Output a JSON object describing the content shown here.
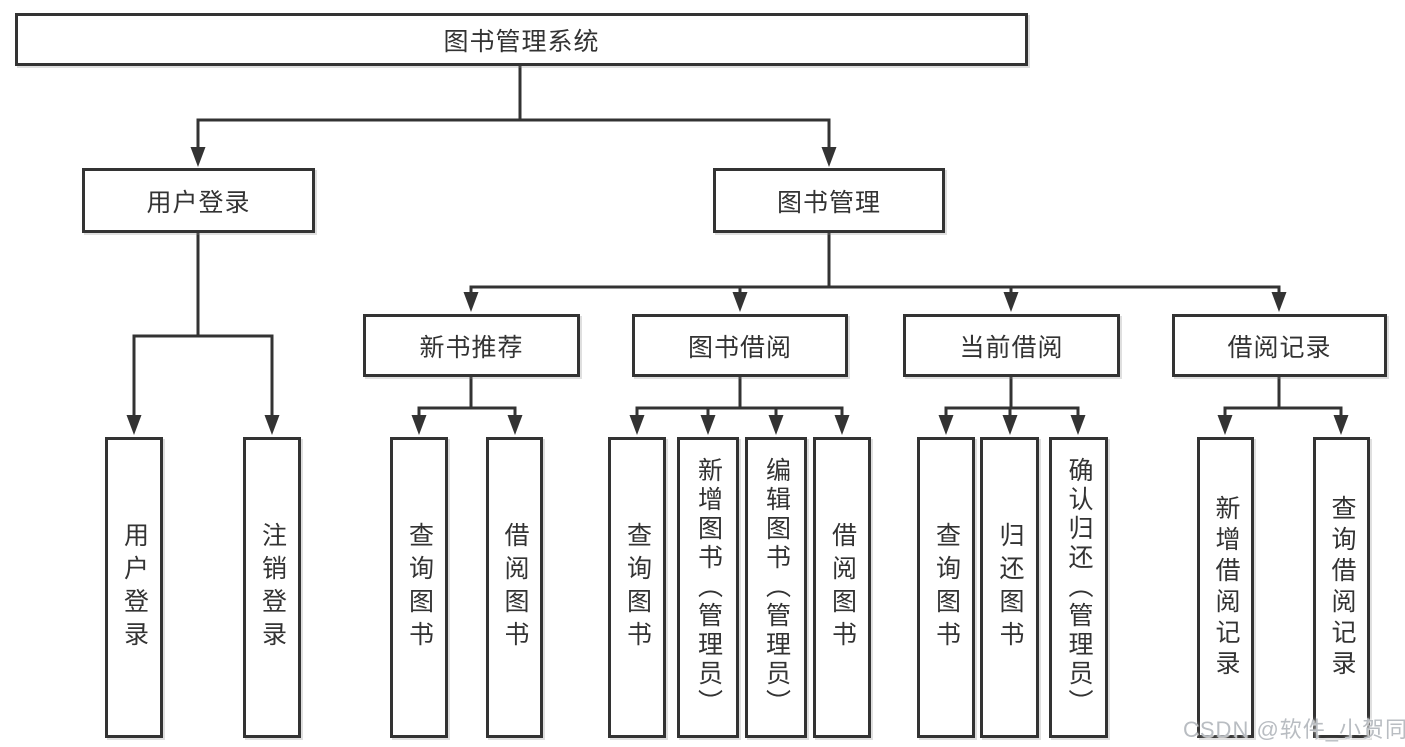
{
  "diagram": {
    "root": {
      "label": "图书管理系统"
    },
    "level2": [
      {
        "label": "用户登录"
      },
      {
        "label": "图书管理"
      }
    ],
    "level3": [
      {
        "label": "新书推荐"
      },
      {
        "label": "图书借阅"
      },
      {
        "label": "当前借阅"
      },
      {
        "label": "借阅记录"
      }
    ],
    "leaves": {
      "user_login": [
        {
          "label": "用户登录"
        },
        {
          "label": "注销登录"
        }
      ],
      "new_book": [
        {
          "label": "查询图书"
        },
        {
          "label": "借阅图书"
        }
      ],
      "book_borrow": [
        {
          "label": "查询图书"
        },
        {
          "label": "新增图书（管理员）"
        },
        {
          "label": "编辑图书（管理员）"
        },
        {
          "label": "借阅图书"
        }
      ],
      "current_borrow": [
        {
          "label": "查询图书"
        },
        {
          "label": "归还图书"
        },
        {
          "label": "确认归还（管理员）"
        }
      ],
      "borrow_record": [
        {
          "label": "新增借阅记录"
        },
        {
          "label": "查询借阅记录"
        }
      ]
    },
    "watermark": "CSDN @软件_小贺同学",
    "colors": {
      "line": "#333333",
      "text": "#333333",
      "watermark": "#b9bdc2",
      "background": "#ffffff"
    }
  }
}
